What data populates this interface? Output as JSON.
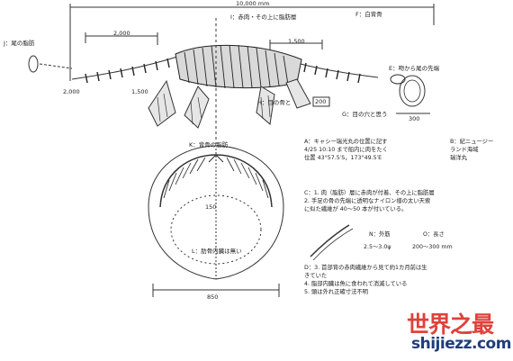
{
  "dimensions": {
    "total_length": "10,000 mm",
    "neck_length": "2,000",
    "head_to_body": "1,500",
    "tail_length": "2,000",
    "fin_length": "1,500",
    "jaw_width": "850",
    "jaw_depth": "150",
    "fin_small": "200",
    "gill_width": "300"
  },
  "labels": {
    "I": "I：赤肉・その上に脂肪層",
    "J": "J：尾の脂肪",
    "F": "F：白背骨",
    "E": "E：吻から尾の先端",
    "H": "H：目の骨と",
    "G": "G：目の穴と思う",
    "K": "K：背骨の脂肪",
    "L": "L：肋骨内臓は無い"
  },
  "notes": {
    "A": [
      "A：キャシー瑞光丸の位置に記す",
      "4/25 10:10 まで船内に肉をたく",
      "位置 43°57.5′S，173°49.5′E"
    ],
    "B": [
      "B：紀ニュージー",
      "ランド海域",
      "瑞洋丸"
    ],
    "C": [
      "C：1. 肉（脂肪）層に赤肉が付着、その上に脂肪層",
      "2. 手足の骨の先端に透明なナイロン様の太い天索",
      "に似た繊維が 40～50 本が付いている。"
    ],
    "N": "N：外筋",
    "O": "O：長さ",
    "N_val": "2.5～3.0ψ",
    "O_val": "200～300 mm",
    "D": [
      "D：3. 首部背の赤肉繊維から見て約1カ月前は生",
      "きていた",
      "4. 脂部内臓は魚に食われて消滅している",
      "5. 頭は外れ正確寸法不明"
    ]
  },
  "watermark": {
    "line1": "世界之最",
    "line2": "shijiezz.com"
  }
}
